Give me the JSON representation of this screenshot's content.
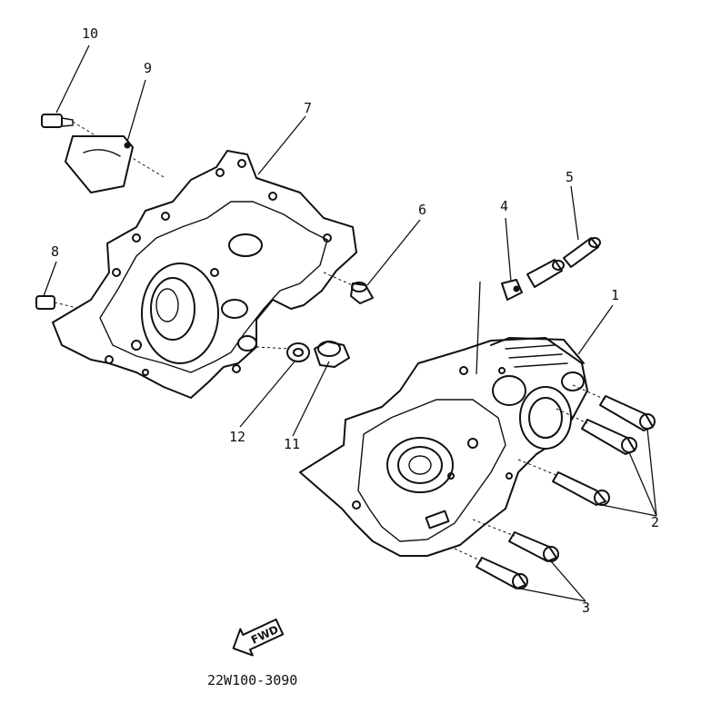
{
  "callouts": [
    {
      "id": "c1",
      "label": "1"
    },
    {
      "id": "c2",
      "label": "2"
    },
    {
      "id": "c3",
      "label": "3"
    },
    {
      "id": "c4",
      "label": "4"
    },
    {
      "id": "c5",
      "label": "5"
    },
    {
      "id": "c6",
      "label": "6"
    },
    {
      "id": "c7",
      "label": "7"
    },
    {
      "id": "c8",
      "label": "8"
    },
    {
      "id": "c9",
      "label": "9"
    },
    {
      "id": "c10",
      "label": "10"
    },
    {
      "id": "c11",
      "label": "11"
    },
    {
      "id": "c12",
      "label": "12"
    }
  ],
  "fwd_arrow": {
    "label": "FWD"
  },
  "diagram_code": "22W100-3090"
}
